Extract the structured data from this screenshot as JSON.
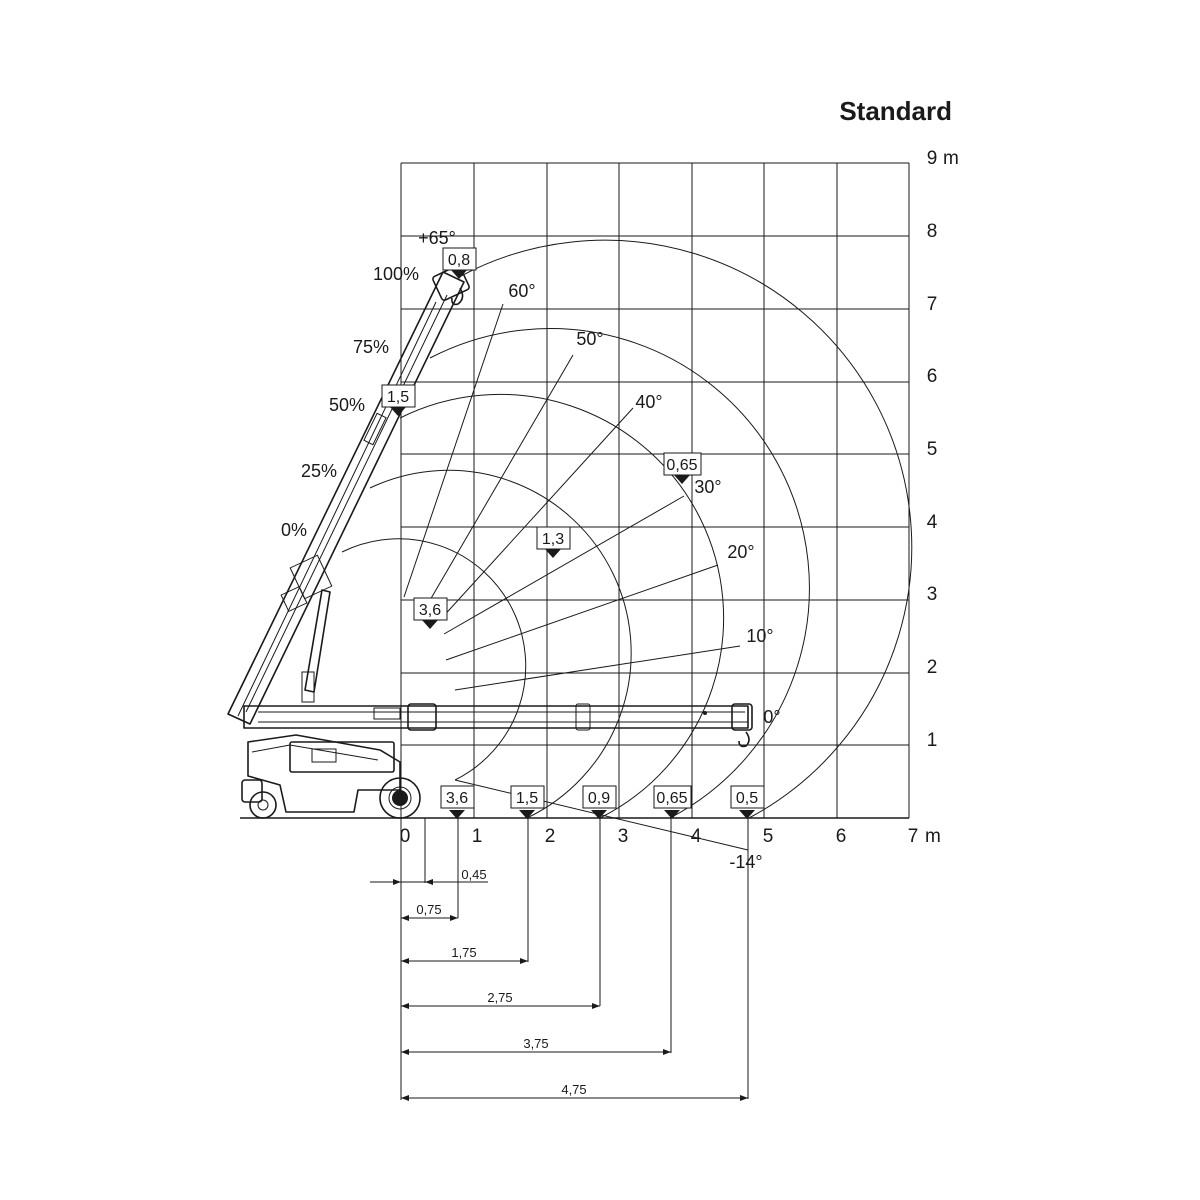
{
  "title": "Standard",
  "x_axis": {
    "ticks": [
      "0",
      "1",
      "2",
      "3",
      "4",
      "5",
      "6",
      "7"
    ],
    "unit": "m"
  },
  "y_axis": {
    "ticks": [
      "1",
      "2",
      "3",
      "4",
      "5",
      "6",
      "7",
      "8",
      "9"
    ],
    "unit": "m"
  },
  "extension_labels": [
    "100%",
    "75%",
    "50%",
    "25%",
    "0%"
  ],
  "angle_labels": [
    "+65°",
    "60°",
    "50°",
    "40°",
    "30°",
    "20°",
    "10°",
    "0°",
    "-14°"
  ],
  "load_points": [
    {
      "label": "0,8",
      "x": 0.75,
      "y": 7.45
    },
    {
      "label": "1,5",
      "x": 0.0,
      "y": 5.45
    },
    {
      "label": "0,65",
      "x": 3.75,
      "y": 4.5
    },
    {
      "label": "1,3",
      "x": 2.0,
      "y": 3.5
    },
    {
      "label": "3,6",
      "x": 0.4,
      "y": 2.6
    }
  ],
  "ground_loads": [
    {
      "label": "3,6",
      "x": 0.75
    },
    {
      "label": "1,5",
      "x": 1.75
    },
    {
      "label": "0,9",
      "x": 2.75
    },
    {
      "label": "0,65",
      "x": 3.75
    },
    {
      "label": "0,5",
      "x": 4.75
    }
  ],
  "dimensions": [
    "0,45",
    "0,75",
    "1,75",
    "2,75",
    "3,75",
    "4,75"
  ]
}
